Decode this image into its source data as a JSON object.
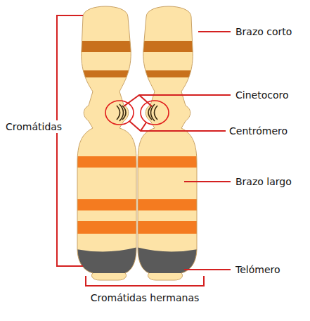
{
  "diagram": {
    "labels": [
      "Brazo corto",
      "Cinetocoro",
      "Cromátidas",
      "Centrómero",
      "Brazo largo",
      "Telómero",
      "Cromátidas hermanas"
    ]
  }
}
